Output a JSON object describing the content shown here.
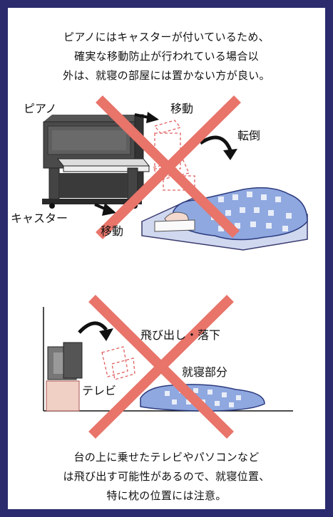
{
  "top_caption": [
    "ピアノにはキャスターが付いているため、",
    "確実な移動防止が行われている場合以",
    "外は、就寝の部屋には置かない方が良い。"
  ],
  "scene1": {
    "piano_label": "ピアノ",
    "move_label_top": "移動",
    "fall_label": "転倒",
    "caster_label": "キャスター",
    "move_label_bottom": "移動"
  },
  "scene2": {
    "drop_label": "飛び出し・落下",
    "sleep_label": "就寝部分",
    "tv_label": "テレビ"
  },
  "bottom_caption": [
    "台の上に乗せたテレビやパソコンなど",
    "は飛び出す可能性があるので、就寝位置、",
    "特に枕の位置には注意。"
  ],
  "colors": {
    "border": "#2b2b6e",
    "cross": "#e8746a",
    "bedding": "#8fa8e0",
    "tv_stand": "#f0cfc4"
  }
}
